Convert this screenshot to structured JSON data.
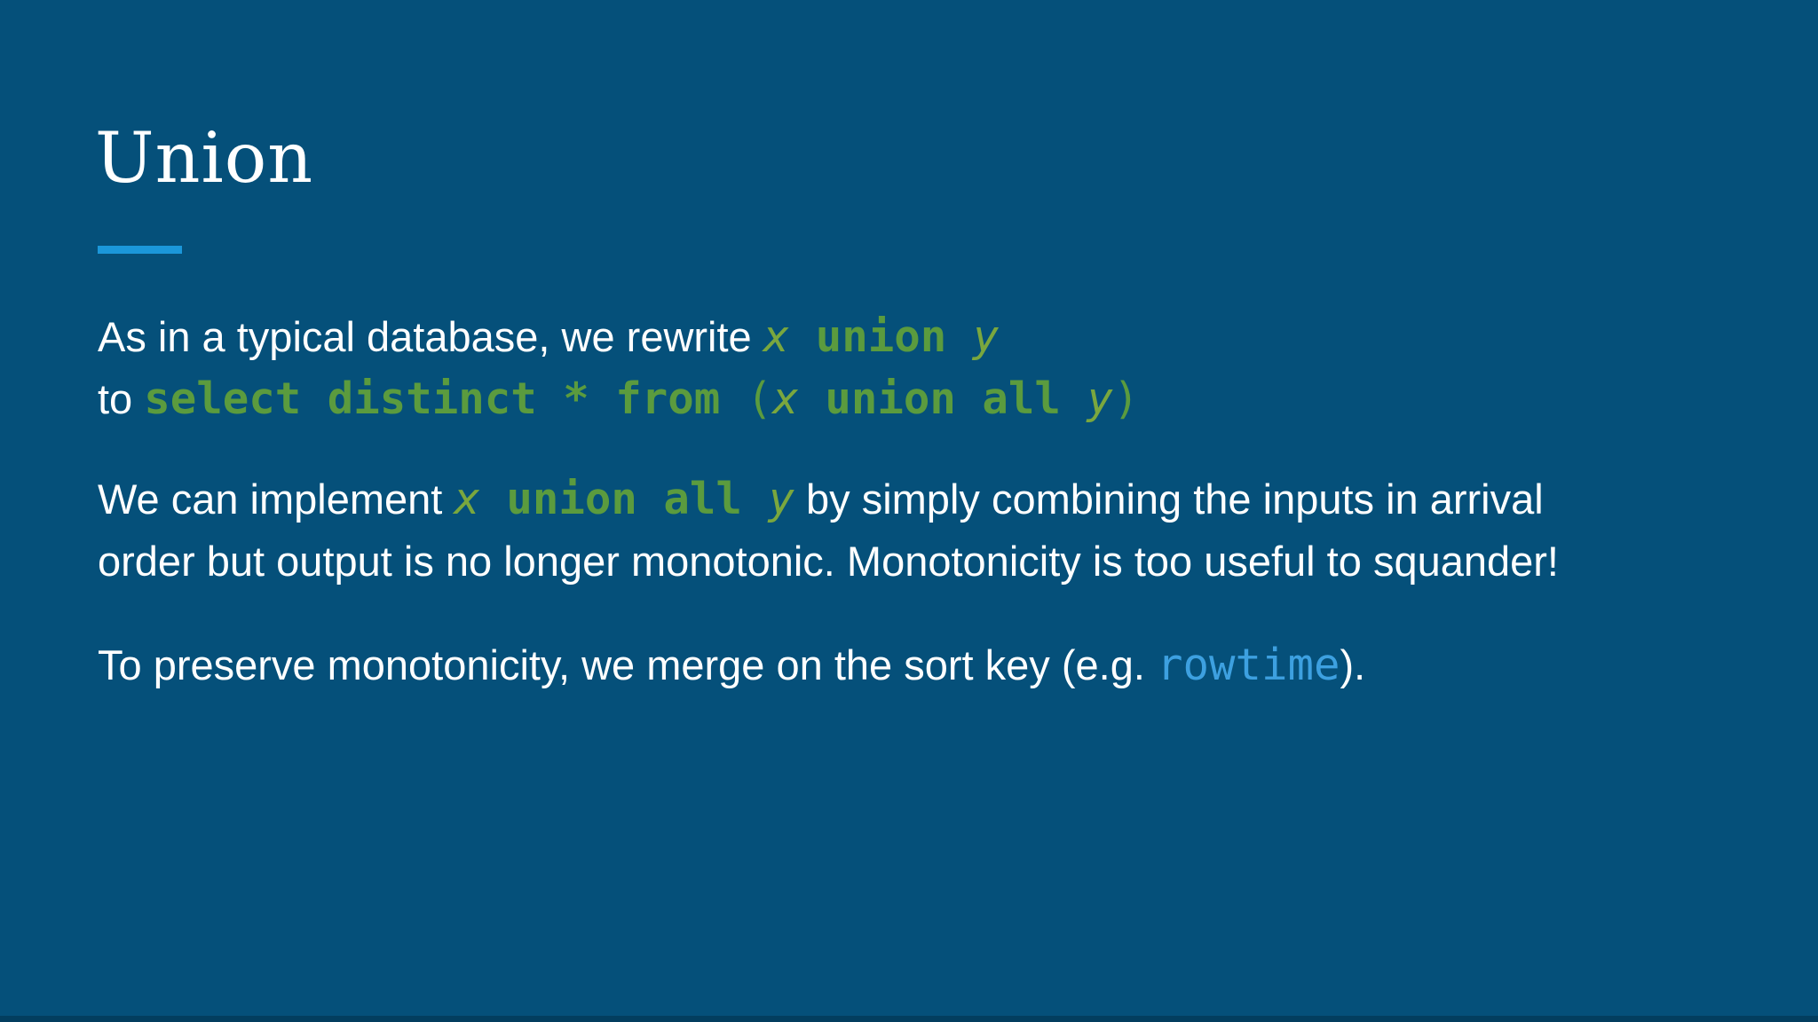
{
  "slide": {
    "title": "Union",
    "colors": {
      "background": "#05507a",
      "accent_bar": "#1b97da",
      "text": "#ffffff",
      "code_keyword_green": "#5b9b3e",
      "code_variable_green": "#7aa73e",
      "code_blue": "#3da0e0"
    },
    "paragraphs": [
      {
        "runs": [
          {
            "text": "As in a typical database, we rewrite ",
            "style": "text"
          },
          {
            "text": "x",
            "style": "variable"
          },
          {
            "text": " union ",
            "style": "keyword"
          },
          {
            "text": "y",
            "style": "variable"
          },
          {
            "style": "br"
          },
          {
            "text": "to ",
            "style": "text"
          },
          {
            "text": "select distinct * from ",
            "style": "keyword"
          },
          {
            "text": "(",
            "style": "punct"
          },
          {
            "text": "x",
            "style": "variable"
          },
          {
            "text": " union all ",
            "style": "keyword"
          },
          {
            "text": "y",
            "style": "variable"
          },
          {
            "text": ")",
            "style": "punct"
          }
        ]
      },
      {
        "runs": [
          {
            "text": "We can implement ",
            "style": "text"
          },
          {
            "text": "x",
            "style": "variable"
          },
          {
            "text": " union all ",
            "style": "keyword"
          },
          {
            "text": "y",
            "style": "variable"
          },
          {
            "text": " by simply combining the inputs in arrival",
            "style": "text"
          },
          {
            "style": "br"
          },
          {
            "text": "order but output is no longer monotonic. Monotonicity is too useful to squander!",
            "style": "text"
          }
        ]
      },
      {
        "runs": [
          {
            "text": "To preserve monotonicity, we merge on the sort key (e.g. ",
            "style": "text"
          },
          {
            "text": "rowtime",
            "style": "blue"
          },
          {
            "text": ").",
            "style": "text"
          }
        ]
      }
    ]
  }
}
